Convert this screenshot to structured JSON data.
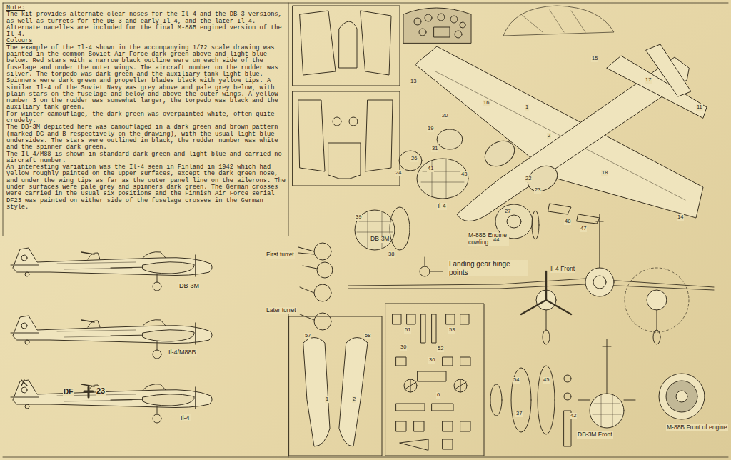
{
  "diagram": {
    "labels": [
      "Note:",
      "The kit provides alternate clear noses for the Il-4 and the DB-3 versions, as well as turrets for the DB-3 and early Il-4, and the later Il-4. Alternate nacelles are included for the final M-88B engined version of the Il-4.",
      "Colours",
      "The example of the Il-4 shown in the accompanying 1/72 scale drawing was painted in the common Soviet Air Force dark green above and light blue below. Red stars with a narrow black outline were on each side of the fuselage and under the outer wings. The aircraft number on the rudder was silver. The torpedo was dark green and the auxiliary tank light blue. Spinners were dark green and propeller blades black with yellow tips. A similar Il-4 of the Soviet Navy was grey above and pale grey below, with plain stars on the fuselage and below and above the outer wings. A yellow number 3 on the rudder was somewhat larger, the torpedo was black and the auxiliary tank green.",
      "For winter camouflage, the dark green was overpainted white, often quite crudely.",
      "The DB-3M depicted here was camouflaged in a dark green and brown pattern (marked DG and B respectively on the drawing), with the usual light blue undersides. The stars were outlined in black, the rudder number was white and the spinner dark green.",
      "The Il-4/M88 is shown in standard dark green and light blue and carried no aircraft number.",
      "An interesting variation was the Il-4 seen in Finland in 1942 which had yellow roughly painted on the upper surfaces, except the dark green nose, and under the wing tips as far as the outer panel line on the ailerons. The under surfaces were pale grey and spinners dark green. The German crosses were carried in the usual six positions and the Finnish Air Force serial DF23 was painted on either side of the fuselage crosses in the German style.",
      "DB-3M",
      "Il-4/M88B",
      "Il-4",
      "DF",
      "23",
      "First turret",
      "Later turret",
      "DB-3M",
      "Il-4",
      "M-88B Engine cowling",
      "Landing gear hinge points",
      "Il-4 Front",
      "DB-3M Front",
      "M-88B Front of engine",
      "13",
      "16",
      "1",
      "2",
      "15",
      "17",
      "11",
      "18",
      "14",
      "19",
      "20",
      "31",
      "24",
      "26",
      "41",
      "43",
      "22",
      "23",
      "27",
      "38",
      "39",
      "44",
      "48",
      "47",
      "57",
      "58",
      "1",
      "2",
      "51",
      "52",
      "53",
      "30",
      "36",
      "6",
      "54",
      "37",
      "45",
      "42"
    ]
  }
}
